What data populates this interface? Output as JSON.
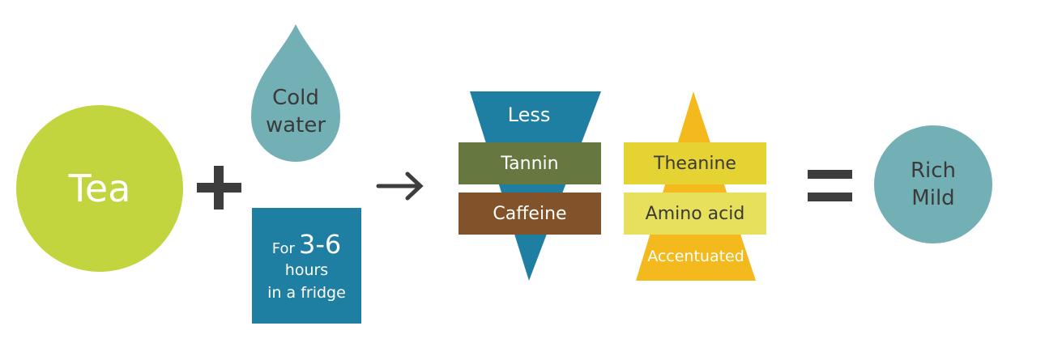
{
  "colors": {
    "tea": "#c2d43e",
    "water": "#72b0b5",
    "blue": "#1f7fa3",
    "tannin": "#66773f",
    "caffeine": "#82532a",
    "gold": "#f3b91d",
    "theanine": "#e5d333",
    "amino": "#e6e05a",
    "dark": "#3d3d3d"
  },
  "tea": {
    "label": "Tea"
  },
  "operators": {
    "plus": "+",
    "arrow": "→",
    "equals": "="
  },
  "water": {
    "line1": "Cold",
    "line2": "water"
  },
  "time": {
    "prefix": "For",
    "range": "3-6",
    "line2": "hours",
    "line3": "in a fridge"
  },
  "less": {
    "label": "Less",
    "items": [
      "Tannin",
      "Caffeine"
    ]
  },
  "more": {
    "items": [
      "Theanine",
      "Amino acid"
    ],
    "label": "Accentuated"
  },
  "result": {
    "line1": "Rich",
    "line2": "Mild"
  }
}
